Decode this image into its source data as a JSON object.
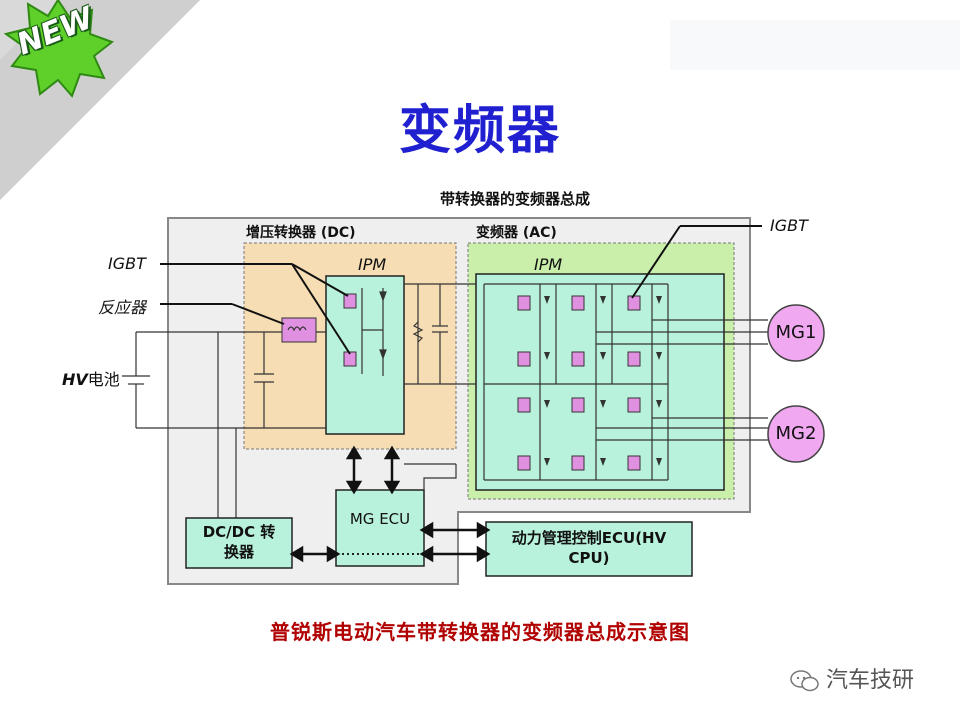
{
  "badge": {
    "text": "NEW"
  },
  "title": "变频器",
  "diagram": {
    "heading": "带转换器的变频器总成",
    "boost_section": "增压转换器 (DC)",
    "inverter_section": "变频器 (AC)",
    "ipm_left": "IPM",
    "ipm_right": "IPM",
    "igbt_left": "IGBT",
    "igbt_right": "IGBT",
    "reactor": "反应器",
    "battery_hv": "HV",
    "battery_label": "电池",
    "mg1": "MG1",
    "mg2": "MG2",
    "mg_ecu": "MG ECU",
    "dcdc_line1": "DC/DC 转",
    "dcdc_line2": "换器",
    "hv_ecu_line1": "动力管理控制ECU(HV",
    "hv_ecu_line2": "CPU)"
  },
  "caption": "普锐斯电动汽车带转换器的变频器总成示意图",
  "watermark": "汽车技研",
  "colors": {
    "title": "#2020d0",
    "caption": "#b00000",
    "boost_bg": "#f5deb3",
    "inverter_bg": "#c8f0a8",
    "ipm_bg": "#b8f2dc",
    "igbt_chip": "#e090e0",
    "mg_circle": "#f0a8f0"
  }
}
